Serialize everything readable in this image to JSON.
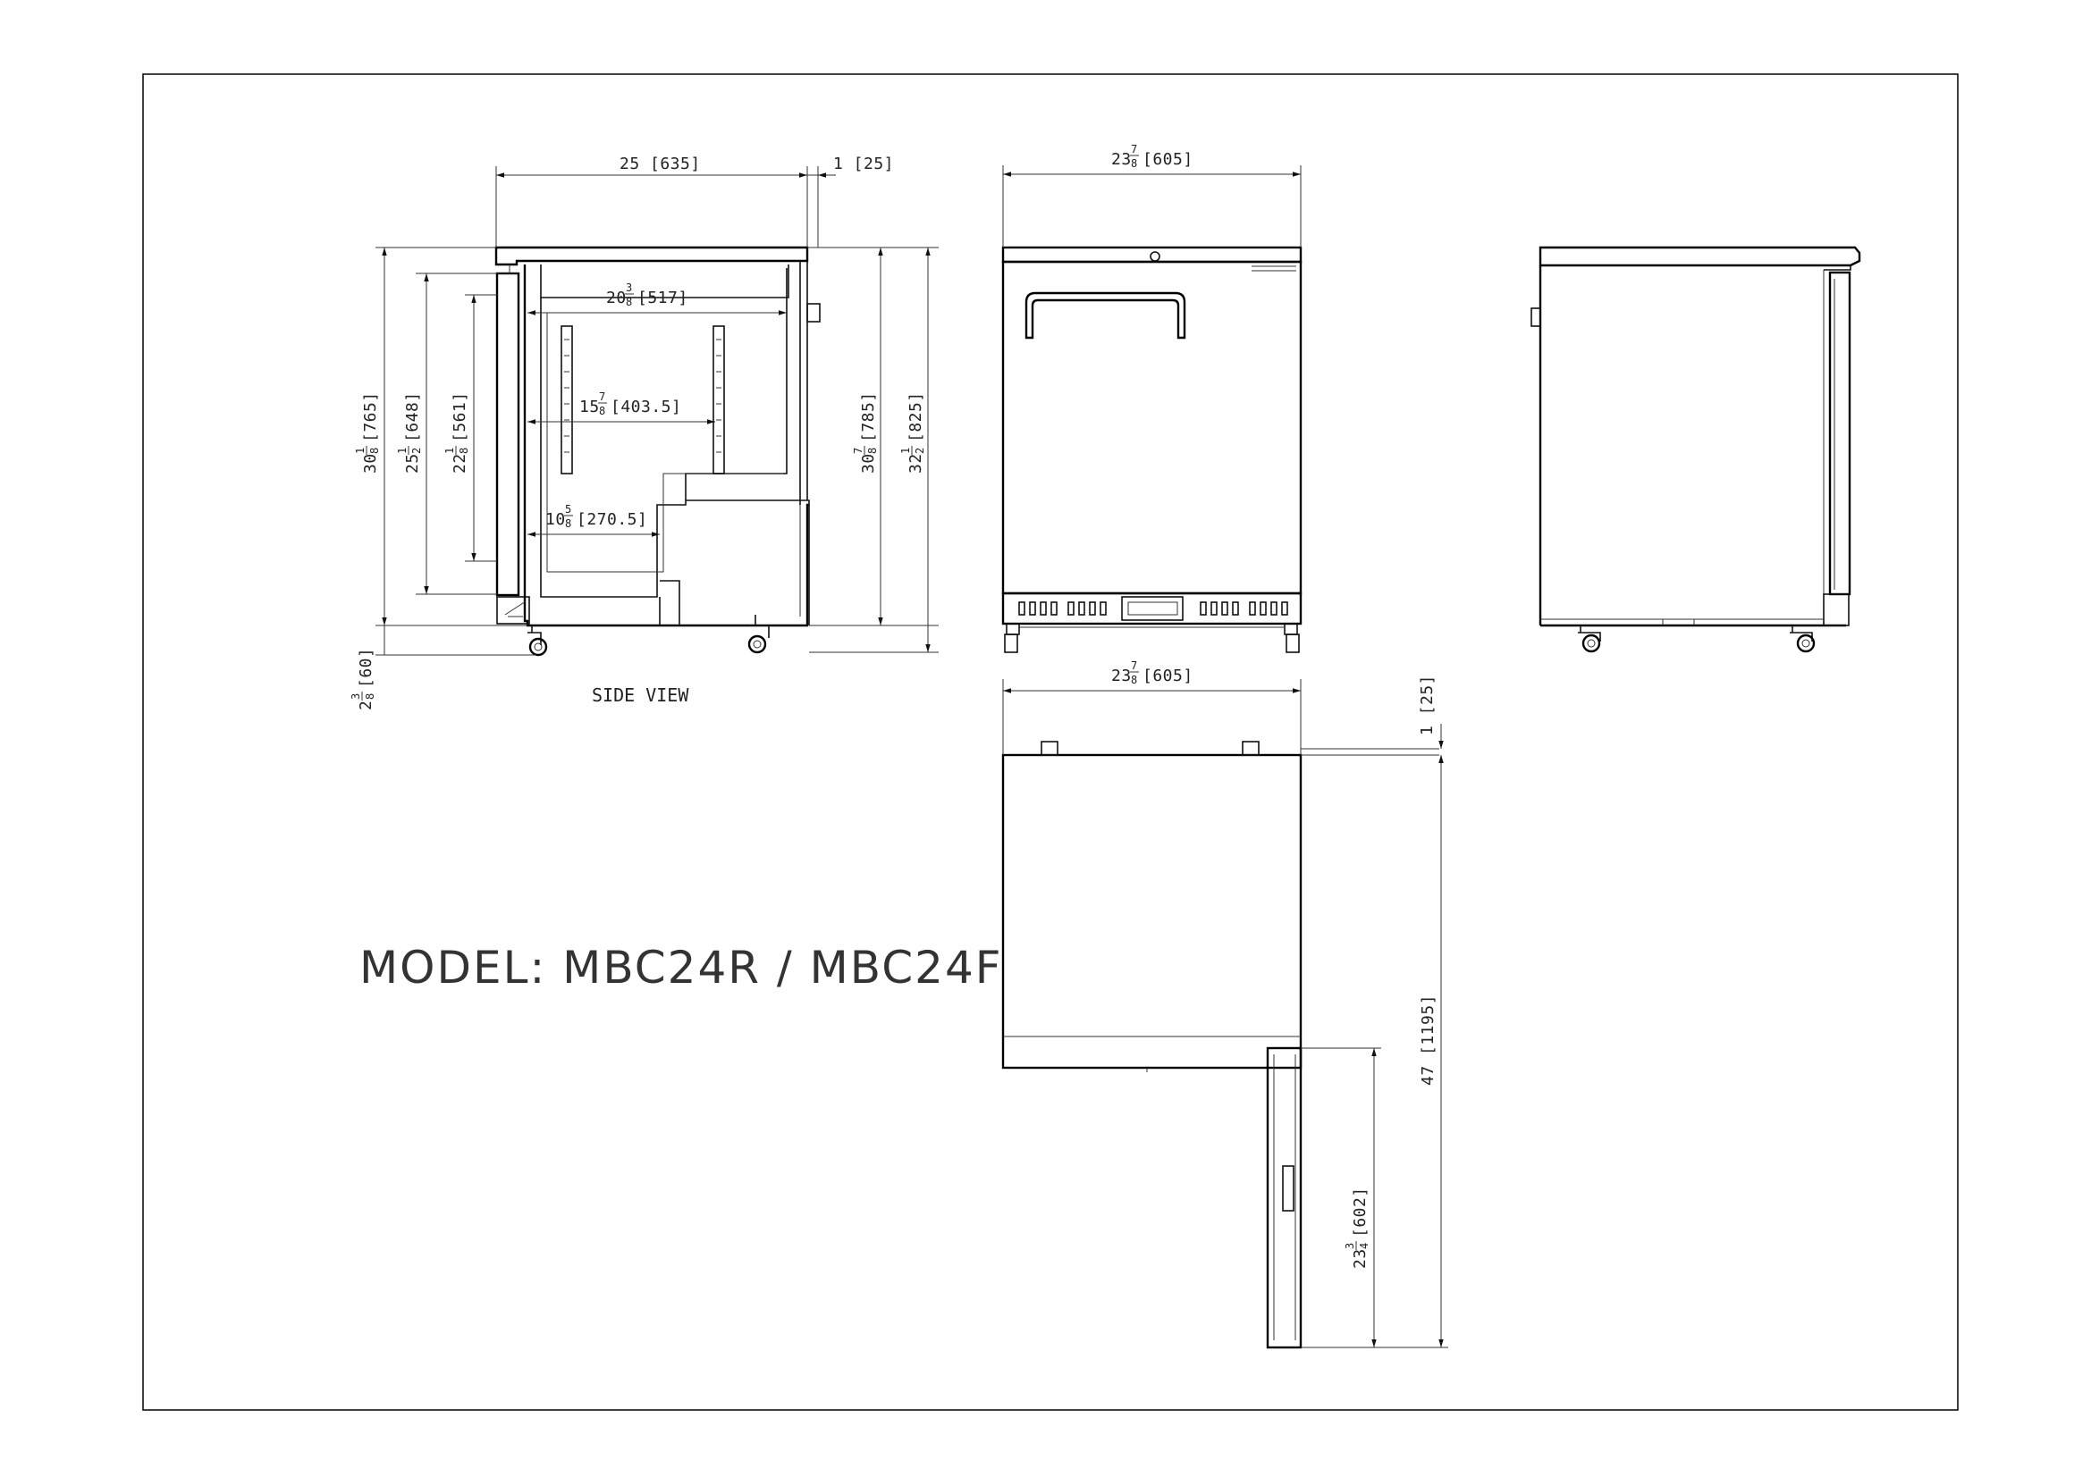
{
  "model_label": "MODEL: MBC24R / MBC24F",
  "side_view_caption": "SIDE VIEW",
  "dimensions": {
    "side_depth": "25 [635]",
    "side_top_overhang": "1 [25]",
    "side_interior_width": {
      "whole": "20",
      "num": "3",
      "den": "8",
      "metric": "[517]"
    },
    "side_shelf_span": {
      "whole": "15",
      "num": "7",
      "den": "8",
      "metric": "[403.5]"
    },
    "side_lower_span": {
      "whole": "10",
      "num": "5",
      "den": "8",
      "metric": "[270.5]"
    },
    "side_height_765": {
      "whole": "30",
      "num": "1",
      "den": "8",
      "metric": "[765]"
    },
    "side_height_648": {
      "whole": "25",
      "num": "1",
      "den": "2",
      "metric": "[648]"
    },
    "side_height_561": {
      "whole": "22",
      "num": "1",
      "den": "8",
      "metric": "[561]"
    },
    "side_height_785": {
      "whole": "30",
      "num": "7",
      "den": "8",
      "metric": "[785]"
    },
    "side_height_825": {
      "whole": "32",
      "num": "1",
      "den": "2",
      "metric": "[825]"
    },
    "side_caster_60": {
      "whole": "2",
      "num": "3",
      "den": "8",
      "metric": "[60]"
    },
    "front_width": {
      "whole": "23",
      "num": "7",
      "den": "8",
      "metric": "[605]"
    },
    "top_width": {
      "whole": "23",
      "num": "7",
      "den": "8",
      "metric": "[605]"
    },
    "top_overhang": "1 [25]",
    "top_depth_door_open": "47 [1195]",
    "door_swing": {
      "whole": "23",
      "num": "3",
      "den": "4",
      "metric": "[602]"
    }
  }
}
